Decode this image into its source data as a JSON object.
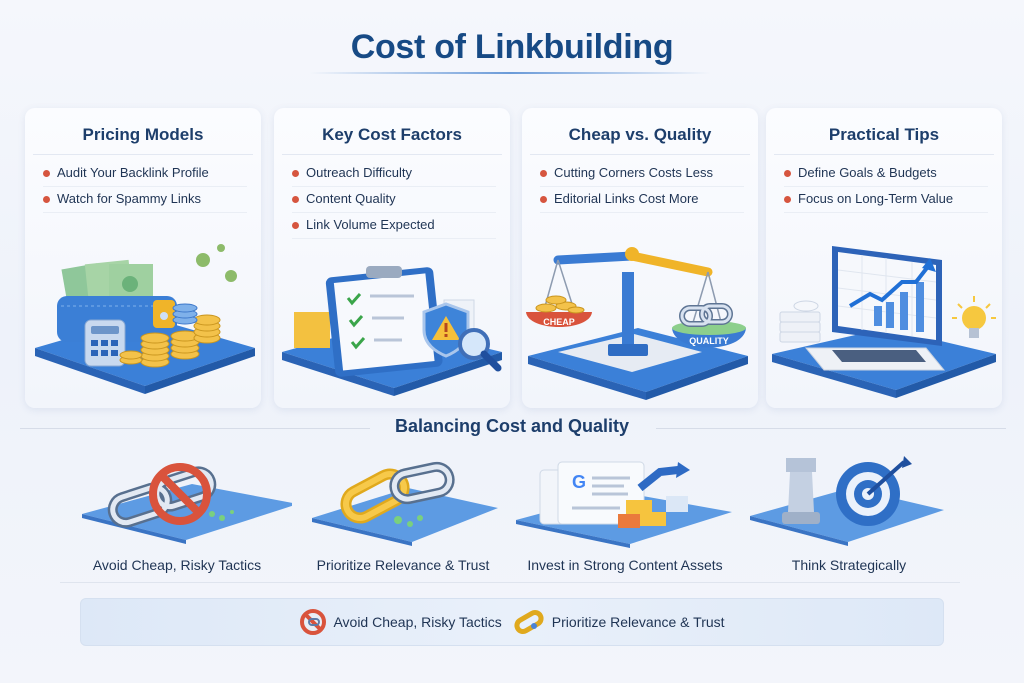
{
  "header": {
    "title": "Cost of Linkbuilding"
  },
  "cards": [
    {
      "title": "Pricing Models",
      "bullets": [
        "Audit Your Backlink Profile",
        "Watch for Spammy Links"
      ],
      "illustration": "wallet-money-coins-calculator-icon"
    },
    {
      "title": "Key Cost Factors",
      "bullets": [
        "Outreach Difficulty",
        "Content Quality",
        "Link Volume Expected"
      ],
      "illustration": "checklist-shield-warning-magnifier-icon"
    },
    {
      "title": "Cheap vs. Quality",
      "bullets": [
        "Cutting Corners Costs Less",
        "Editorial Links Cost More"
      ],
      "illustration": "balance-scale-icon",
      "scale_labels": {
        "left": "CHEAP",
        "right": "QUALITY"
      }
    },
    {
      "title": "Practical Tips",
      "bullets": [
        "Define Goals & Budgets",
        "Focus on Long-Term Value"
      ],
      "illustration": "laptop-growth-chart-lightbulb-icon"
    }
  ],
  "section": {
    "title": "Balancing Cost and Quality"
  },
  "tactics": [
    {
      "label": "Avoid Cheap, Risky Tactics",
      "icon": "broken-chain-prohibited-icon"
    },
    {
      "label": "Prioritize Relevance & Trust",
      "icon": "gold-chain-link-icon"
    },
    {
      "label": "Invest in Strong Content Assets",
      "icon": "google-document-growth-icon"
    },
    {
      "label": "Think Strategically",
      "icon": "chess-rook-target-icon"
    }
  ],
  "banner": {
    "items": [
      {
        "label": "Avoid Cheap, Risky Tactics",
        "icon": "prohibited-link-icon"
      },
      {
        "label": "Prioritize Relevance & Trust",
        "icon": "gold-link-icon"
      }
    ]
  },
  "colors": {
    "title": "#174a85",
    "heading": "#1d3e6b",
    "bullet": "#d6553f",
    "platform_blue": "#3a7fd6",
    "gold": "#f0b429",
    "danger_red": "#d9533c"
  }
}
